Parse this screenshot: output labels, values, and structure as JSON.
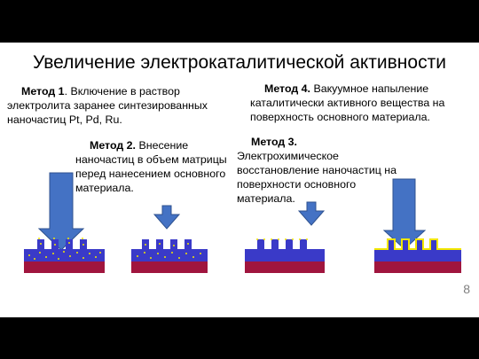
{
  "title": "Увеличение электрокаталитической активности",
  "method1": {
    "label": "Метод 1",
    "text": ". Включение в раствор электролита заранее синтезированных наночастиц Pt, Pd, Ru."
  },
  "method2": {
    "label": "Метод 2.",
    "text": " Внесение наночастиц в объем матрицы перед нанесением основного материала."
  },
  "method3": {
    "label": "Метод 3.",
    "text": " Электрохимическое восстановление наночастиц на поверхности основного материала."
  },
  "method4": {
    "label": "Метод 4.",
    "text": "  Вакуумное напыление каталитически активного вещества на поверхность основного материала."
  },
  "page_number": "8",
  "colors": {
    "arrow": "#4472c4",
    "arrow_stroke": "#2f528f",
    "substrate": "#a0153e",
    "film": "#3a3ac8",
    "particle": "#f2e600"
  }
}
